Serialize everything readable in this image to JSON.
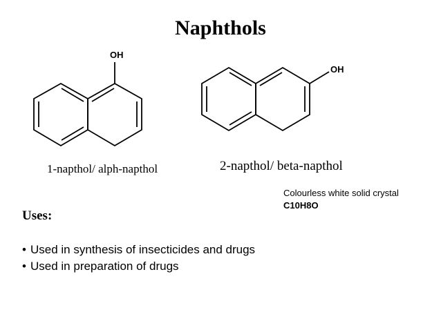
{
  "title": "Naphthols",
  "compounds": [
    {
      "caption": "1-napthol/ alph-napthol",
      "substituent_label": "OH"
    },
    {
      "caption": "2-napthol/ beta-napthol",
      "substituent_label": "OH"
    }
  ],
  "properties": {
    "description": "Colourless white solid crystal",
    "formula": "C10H8O"
  },
  "uses": {
    "heading": "Uses:",
    "items": [
      "Used in synthesis of insecticides and drugs",
      "Used in preparation of drugs"
    ],
    "bullet_symbol": "•"
  }
}
